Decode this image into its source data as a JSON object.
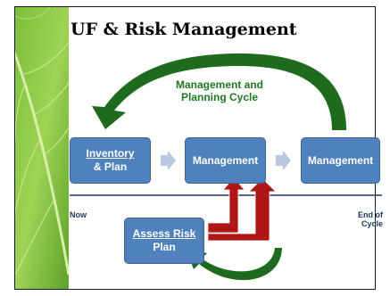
{
  "slide": {
    "title": "UF & Risk Management"
  },
  "cycle": {
    "label_line1": "Management and",
    "label_line2": "Planning Cycle"
  },
  "boxes": {
    "inventory": {
      "line1": "Inventory",
      "line2": "& Plan"
    },
    "management_1": {
      "label": "Management"
    },
    "management_2": {
      "label": "Management"
    },
    "assess": {
      "line1": "Assess Risk",
      "line2": "Plan"
    }
  },
  "timeline": {
    "start_label": "Now",
    "end_label_line1": "End of",
    "end_label_line2": "Cycle"
  },
  "colors": {
    "box_fill": "#4f81bd",
    "cycle_arrow": "#1e6b1e",
    "risk_arrow": "#b11616",
    "flow_arrow": "#b8c8de",
    "timeline": "#1f3864"
  }
}
